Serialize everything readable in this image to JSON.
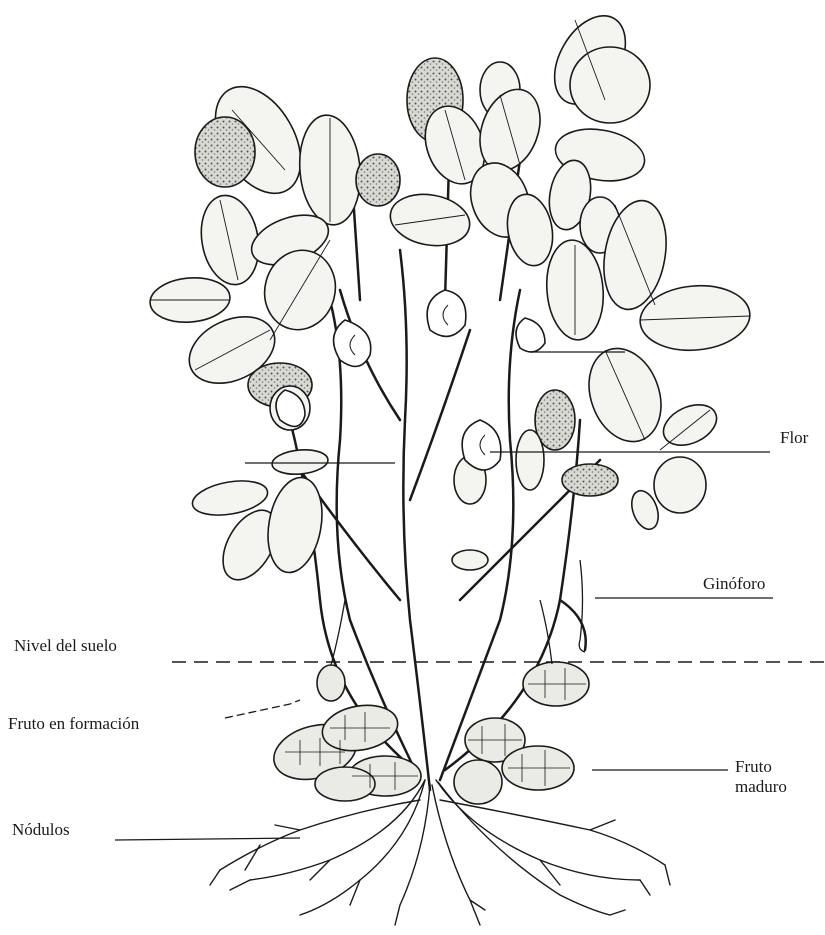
{
  "labels": {
    "flor": "Flor",
    "ginoforo": "Ginóforo",
    "nivel_suelo": "Nivel del suelo",
    "fruto_formacion": "Fruto en formación",
    "fruto_maduro_1": "Fruto",
    "fruto_maduro_2": "maduro",
    "nodulos": "Nódulos"
  },
  "colors": {
    "ink": "#1a1a1a",
    "leaf_fill": "#f4f4f1",
    "shade": "#3a3a3a",
    "pod_fill": "#ebebe6"
  }
}
